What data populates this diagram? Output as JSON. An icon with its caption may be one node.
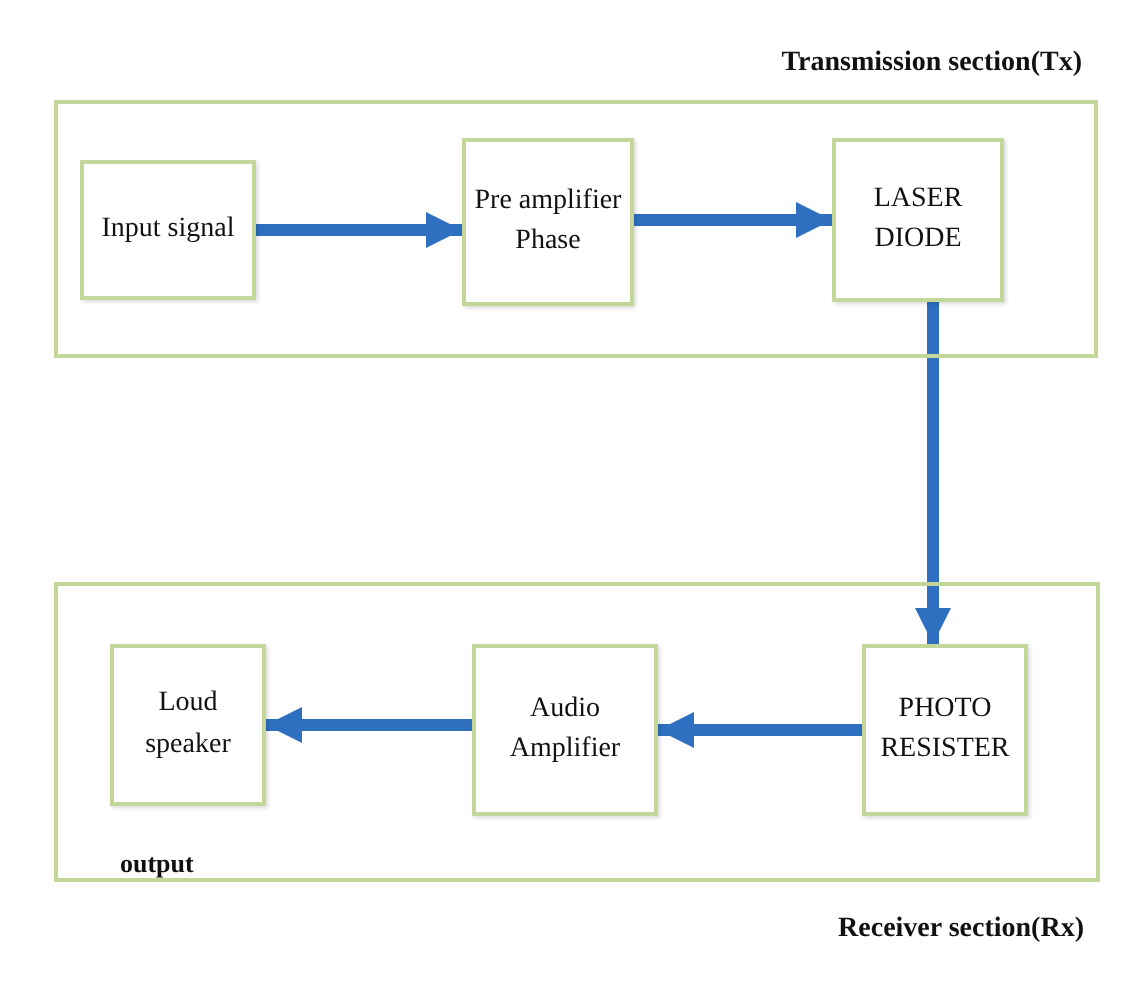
{
  "diagram": {
    "nodes": [
      {
        "text": [
          "Transmission section(Tx)"
        ]
      },
      {
        "text": [
          "Input signal"
        ],
        "in": 0
      },
      {
        "text": [
          "Pre amplifier Phase"
        ],
        "in": 0
      },
      {
        "text": [
          "LASER DIODE"
        ],
        "in": 0
      },
      {
        "text": [
          "Receiver section(Rx)"
        ]
      },
      {
        "text": [
          "Loud speaker"
        ],
        "in": 4
      },
      {
        "text": [
          "Audio Amplifier"
        ],
        "in": 4
      },
      {
        "text": [
          "PHOTO RESISTER"
        ],
        "in": 4
      }
    ],
    "edges": [
      {
        "from": 1,
        "to": 2,
        "arrow": "to"
      },
      {
        "from": 2,
        "to": 3,
        "arrow": "to"
      },
      {
        "from": 3,
        "to": 7,
        "arrow": "to"
      },
      {
        "from": 7,
        "to": 6,
        "arrow": "to"
      },
      {
        "from": 6,
        "to": 5,
        "arrow": "to"
      }
    ],
    "labels": [
      "output"
    ]
  }
}
